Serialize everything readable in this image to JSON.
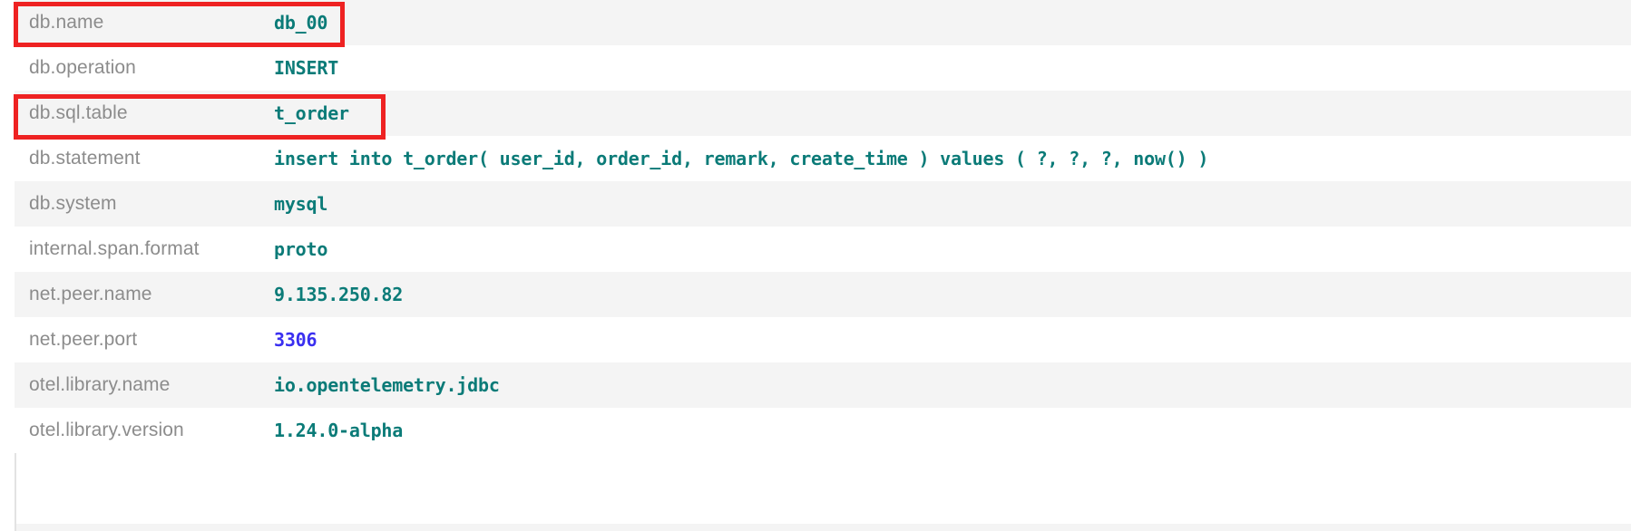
{
  "panel": {
    "name": "span-attributes-table",
    "accent_red": "#ee2222",
    "value_color": "#0b7b78",
    "number_color": "#3a2ff0",
    "key_color": "#8c8c8c",
    "stripe_color": "#f4f4f4"
  },
  "attributes": [
    {
      "key": "db.name",
      "value": "db_00",
      "type": "string"
    },
    {
      "key": "db.operation",
      "value": "INSERT",
      "type": "string"
    },
    {
      "key": "db.sql.table",
      "value": "t_order",
      "type": "string"
    },
    {
      "key": "db.statement",
      "value": "insert into t_order( user_id, order_id, remark, create_time ) values ( ?, ?, ?, now() )",
      "type": "string"
    },
    {
      "key": "db.system",
      "value": "mysql",
      "type": "string"
    },
    {
      "key": "internal.span.format",
      "value": "proto",
      "type": "string"
    },
    {
      "key": "net.peer.name",
      "value": "9.135.250.82",
      "type": "string"
    },
    {
      "key": "net.peer.port",
      "value": "3306",
      "type": "number"
    },
    {
      "key": "otel.library.name",
      "value": "io.opentelemetry.jdbc",
      "type": "string"
    },
    {
      "key": "otel.library.version",
      "value": "1.24.0-alpha",
      "type": "string"
    }
  ],
  "annotations": [
    {
      "name": "annotation-db-name",
      "target_key": "db.name"
    },
    {
      "name": "annotation-db-sql-table",
      "target_key": "db.sql.table"
    }
  ]
}
